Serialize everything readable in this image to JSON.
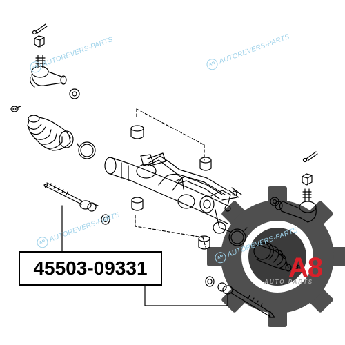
{
  "part_number": "45503-09331",
  "watermark": "AUTOREVERS-PARTS",
  "watermark_logo": "AR",
  "brand_logo": {
    "mark": "A8",
    "tagline": "AUTO PARTS",
    "mark_color": "#d9202a",
    "gear_color": "#5a5a5a"
  },
  "colors": {
    "line": "#000000",
    "watermark": "#9ed2ea"
  }
}
